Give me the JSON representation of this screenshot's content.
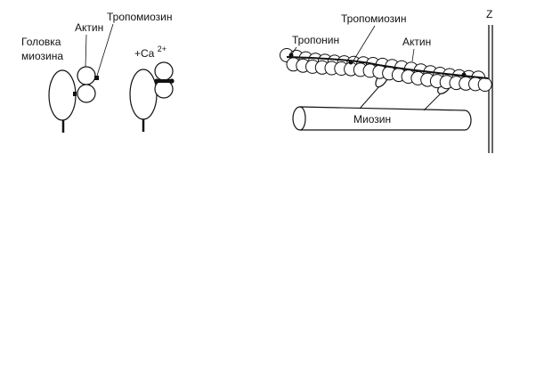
{
  "labels": {
    "myosin_head": [
      "Головка",
      "миозина"
    ],
    "actin_left": "Актин",
    "tropomyosin_left": "Тропомиозин",
    "calcium": "+Ca",
    "calcium_sup": "2+",
    "tropomyosin_right": "Тропомиозин",
    "troponin": "Тропонин",
    "actin_right": "Актин",
    "myosin": "Миозин",
    "z_line": "Z"
  },
  "colors": {
    "ink": "#111111",
    "background": "#ffffff"
  }
}
